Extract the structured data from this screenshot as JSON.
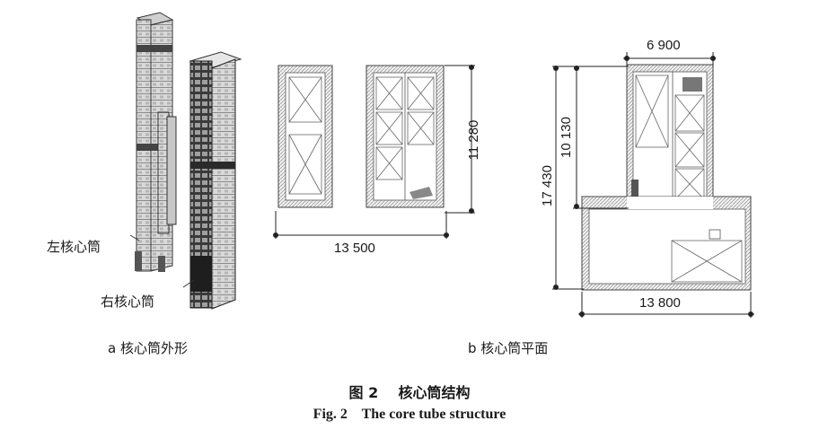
{
  "figure": {
    "panel_a": {
      "caption": "a  核心筒外形",
      "label_left_core": "左核心筒",
      "label_right_core": "右核心筒"
    },
    "panel_b": {
      "caption": "b  核心筒平面",
      "plan1": {
        "width_dim": "13 500",
        "height_dim": "11 280"
      },
      "plan2": {
        "top_width_dim": "6 900",
        "upper_height_dim": "10 130",
        "total_height_dim": "17 430",
        "bottom_width_dim": "13 800"
      }
    },
    "caption_cn": "图 2    核心筒结构",
    "caption_en": "Fig. 2    The core tube structure"
  }
}
